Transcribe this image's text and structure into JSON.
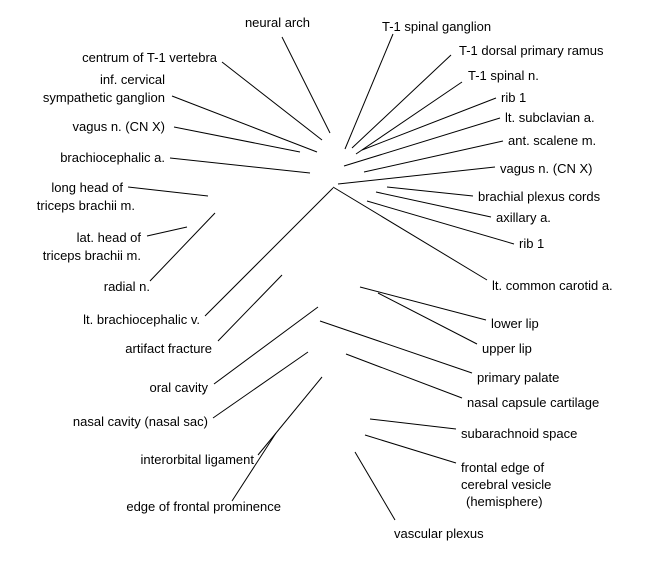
{
  "labels": {
    "neural_arch": "neural arch",
    "centrum_t1": "centrum of T-1 vertebra",
    "inf_cervical_1": "inf. cervical",
    "inf_cervical_2": "sympathetic ganglion",
    "vagus_left": "vagus n. (CN X)",
    "brachiocephalic_a": "brachiocephalic a.",
    "long_head_1": "long head of",
    "long_head_2": "triceps brachii m.",
    "lat_head_1": "lat. head of",
    "lat_head_2": "triceps brachii m.",
    "radial_n": "radial n.",
    "lt_brachiocephalic_v": "lt. brachiocephalic v.",
    "artifact_fracture": "artifact fracture",
    "oral_cavity": "oral cavity",
    "nasal_cavity": "nasal cavity (nasal sac)",
    "interorbital_ligament": "interorbital ligament",
    "edge_frontal_prominence": "edge of frontal prominence",
    "t1_spinal_ganglion": "T-1 spinal ganglion",
    "t1_dorsal_primary_ramus": "T-1 dorsal primary ramus",
    "t1_spinal_n": "T-1 spinal n.",
    "rib1_top": "rib 1",
    "lt_subclavian_a": "lt. subclavian a.",
    "ant_scalene_m": "ant. scalene m.",
    "vagus_right": "vagus n. (CN X)",
    "brachial_plexus_cords": "brachial plexus cords",
    "axillary_a": "axillary a.",
    "rib1_bottom": "rib 1",
    "lt_common_carotid_a": "lt. common carotid a.",
    "lower_lip": "lower lip",
    "upper_lip": "upper lip",
    "primary_palate": "primary palate",
    "nasal_capsule_cartilage": "nasal capsule cartilage",
    "subarachnoid_space": "subarachnoid space",
    "frontal_edge_1": "frontal edge of",
    "frontal_edge_2": "cerebral vesicle",
    "frontal_edge_3": "(hemisphere)",
    "vascular_plexus": "vascular plexus"
  }
}
